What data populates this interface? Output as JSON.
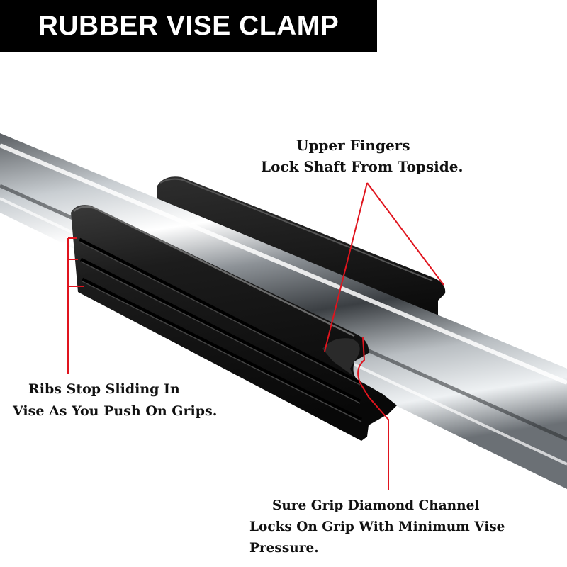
{
  "header": {
    "title": "RUBBER VISE CLAMP"
  },
  "callouts": {
    "upper_fingers": {
      "line1": "Upper Fingers",
      "line2": "Lock Shaft From Topside."
    },
    "ribs": {
      "line1": "Ribs Stop Sliding In",
      "line2": "Vise As You Push On Grips."
    },
    "sure_grip": {
      "line1": "Sure Grip Diamond Channel",
      "line2": "Locks On Grip With Minimum Vise",
      "line3": "Pressure."
    }
  },
  "colors": {
    "callout_line": "#e0141e",
    "rubber": "#151515",
    "title_bg": "#000000",
    "title_text": "#ffffff"
  }
}
